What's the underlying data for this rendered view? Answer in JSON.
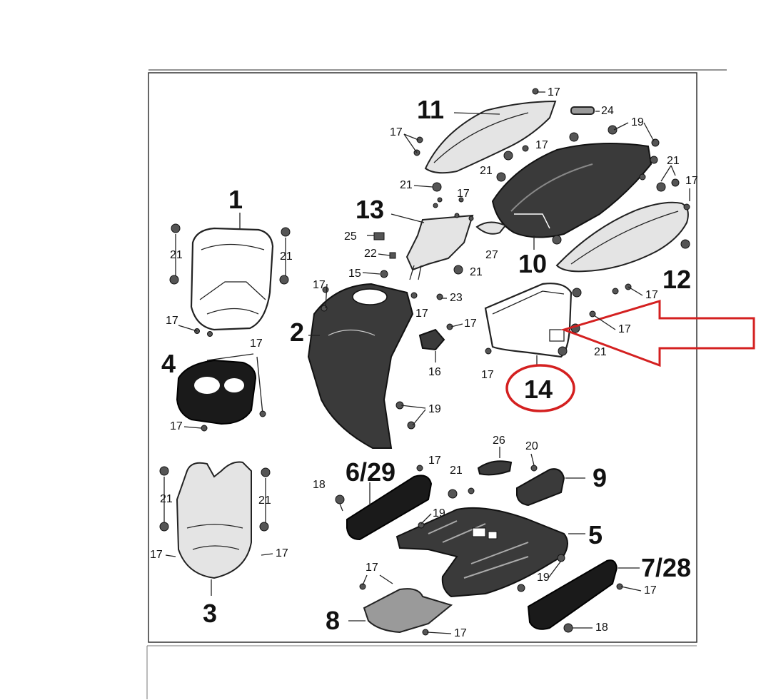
{
  "parts": [
    {
      "id": "1",
      "label": "1",
      "tone": "white",
      "name": "part-1"
    },
    {
      "id": "2",
      "label": "2",
      "tone": "dark",
      "name": "part-2"
    },
    {
      "id": "3",
      "label": "3",
      "tone": "light",
      "name": "part-3"
    },
    {
      "id": "4",
      "label": "4",
      "tone": "black",
      "name": "part-4"
    },
    {
      "id": "5",
      "label": "5",
      "tone": "dark",
      "name": "part-5"
    },
    {
      "id": "6_29",
      "label": "6/29",
      "tone": "black",
      "name": "part-6-29"
    },
    {
      "id": "7_28",
      "label": "7/28",
      "tone": "black",
      "name": "part-7-28"
    },
    {
      "id": "8",
      "label": "8",
      "tone": "mid",
      "name": "part-8"
    },
    {
      "id": "9",
      "label": "9",
      "tone": "dark",
      "name": "part-9"
    },
    {
      "id": "10",
      "label": "10",
      "tone": "dark",
      "name": "part-10"
    },
    {
      "id": "11",
      "label": "11",
      "tone": "light",
      "name": "part-11"
    },
    {
      "id": "12",
      "label": "12",
      "tone": "light",
      "name": "part-12"
    },
    {
      "id": "13",
      "label": "13",
      "tone": "light",
      "name": "part-13"
    },
    {
      "id": "14",
      "label": "14",
      "tone": "white",
      "name": "part-14"
    }
  ],
  "small_labels": {
    "s15": "15",
    "s16": "16",
    "s17": "17",
    "s18": "18",
    "s19": "19",
    "s20": "20",
    "s21": "21",
    "s22": "22",
    "s23": "23",
    "s24": "24",
    "s25": "25",
    "s26": "26",
    "s27": "27"
  },
  "highlight": {
    "part": "14",
    "circle_color": "#d42020",
    "arrow_color": "#d42020"
  }
}
